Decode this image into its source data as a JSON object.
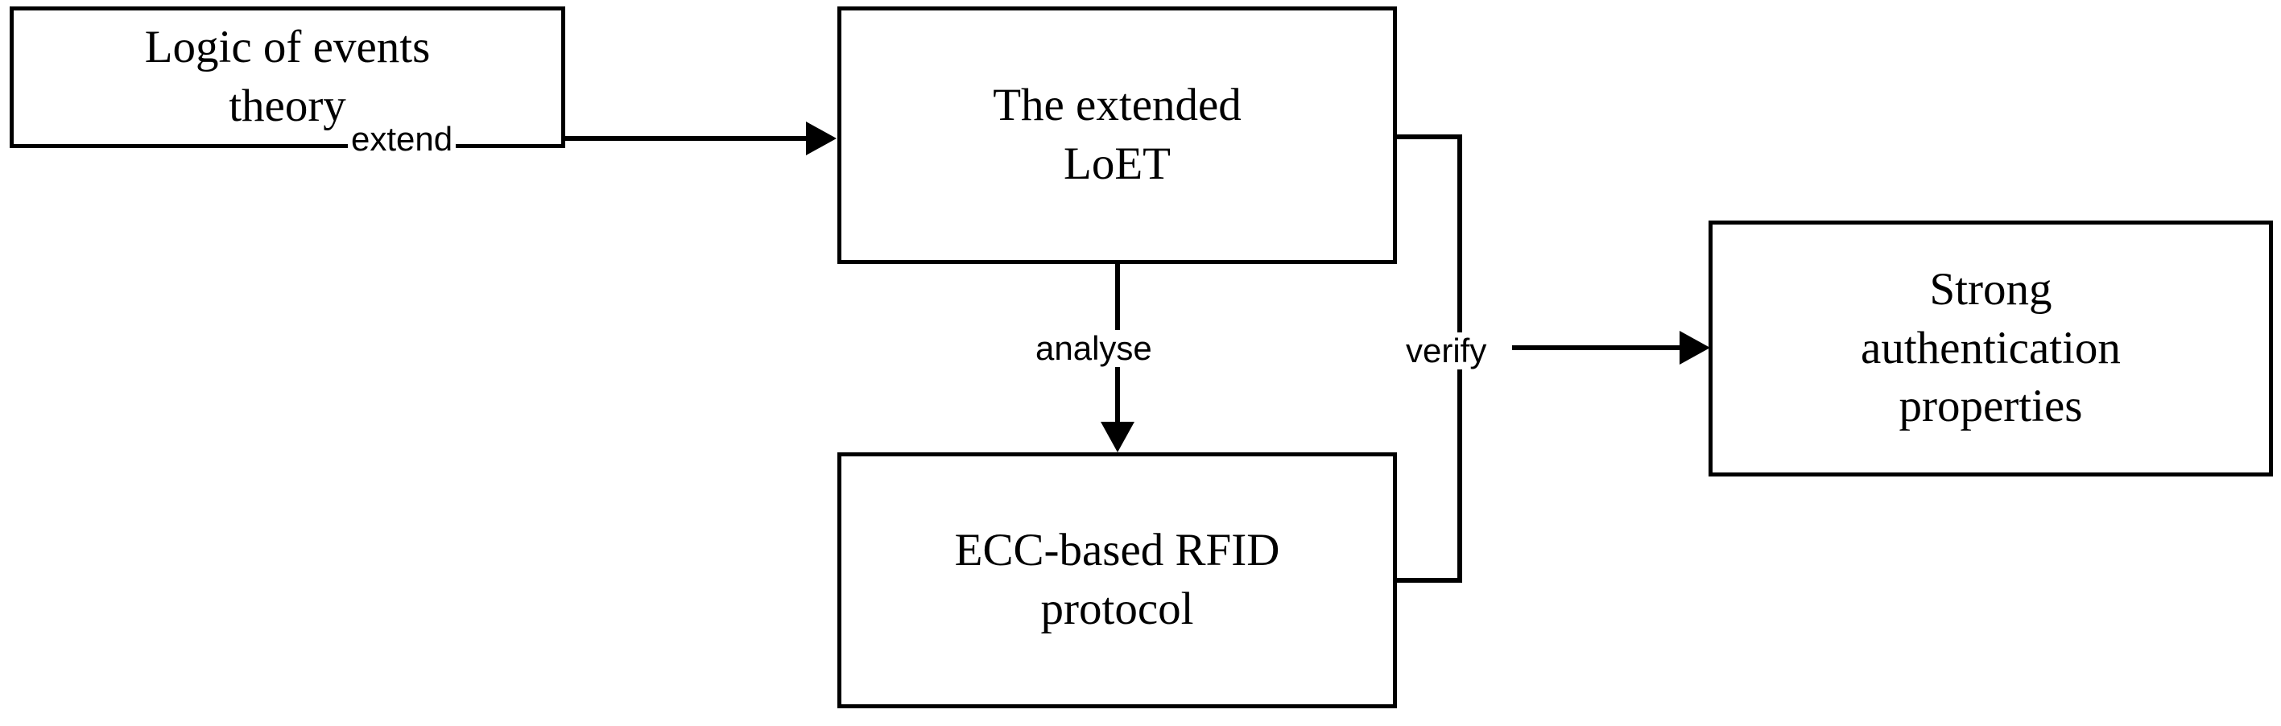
{
  "diagram": {
    "title": "Methodology flow: extending Logic of Events theory to verify strong authentication of an ECC-based RFID protocol",
    "background_color": "#ffffff",
    "stroke_color": "#000000",
    "nodes": [
      {
        "id": "logic-of-events",
        "label": "Logic of events\ntheory"
      },
      {
        "id": "extended-loet",
        "label": "The extended\nLoET"
      },
      {
        "id": "ecc-protocol",
        "label": "ECC-based RFID\nprotocol"
      },
      {
        "id": "strong-auth",
        "label": "Strong\nauthentication\nproperties"
      }
    ],
    "edges": [
      {
        "id": "extend",
        "label": "extend",
        "from": "logic-of-events",
        "to": "extended-loet",
        "direction": "right"
      },
      {
        "id": "analyse",
        "label": "analyse",
        "from": "extended-loet",
        "to": "ecc-protocol",
        "direction": "down"
      },
      {
        "id": "verify",
        "label": "verify",
        "from": "ecc-protocol",
        "to": "strong-auth",
        "direction": "right"
      }
    ]
  }
}
